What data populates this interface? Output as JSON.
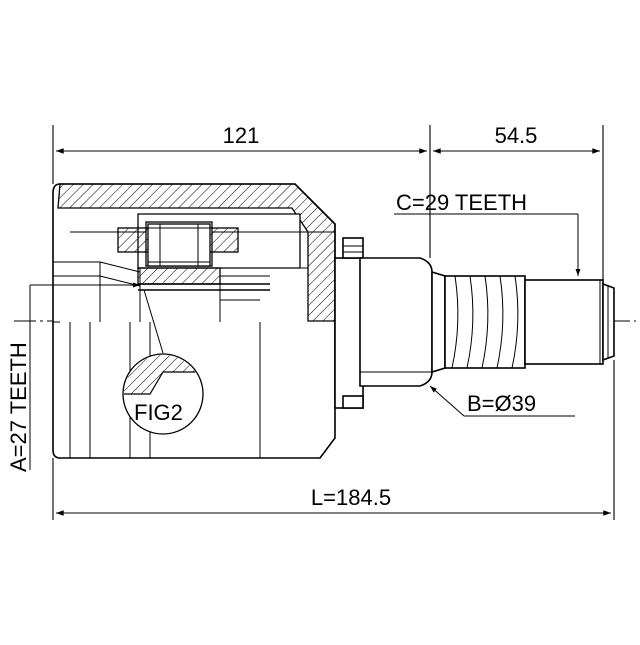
{
  "diagram": {
    "dimensions": {
      "inner_length": "121",
      "spline_length": "54.5",
      "overall_length": "L=184.5"
    },
    "callouts": {
      "spline_c": "C=29 TEETH",
      "seal_diameter_b": "B=Ø39",
      "inner_teeth_a": "A=27 TEETH",
      "detail": "FIG2"
    }
  }
}
